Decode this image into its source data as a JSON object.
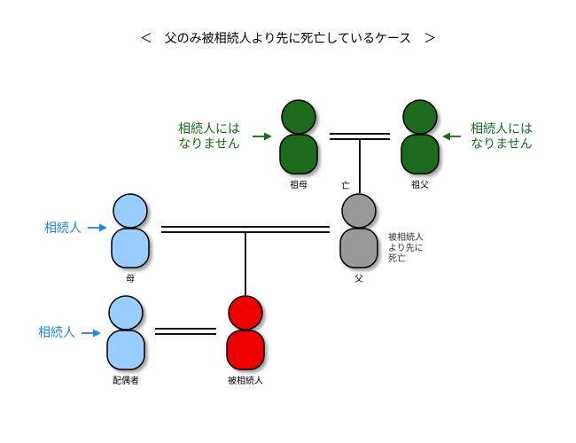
{
  "title": "＜　父のみ被相続人より先に死亡しているケース　＞",
  "persons": {
    "grandmother": {
      "label": "祖母",
      "color": "#1a6b1a"
    },
    "grandfather": {
      "label": "祖父",
      "color": "#1a6b1a"
    },
    "mother": {
      "label": "母",
      "color": "#99ccff"
    },
    "father": {
      "label": "父",
      "color": "#999999"
    },
    "spouse": {
      "label": "配偶者",
      "color": "#99ccff"
    },
    "decedent": {
      "label": "被相続人",
      "color": "#ee0000"
    }
  },
  "annotations": {
    "deceased_mark": "亡",
    "father_note": [
      "被相続人",
      "より先に",
      "死亡"
    ],
    "not_heir_left": [
      "相続人には",
      "なりません"
    ],
    "not_heir_right": [
      "相続人には",
      "なりません"
    ],
    "heir_mother": "相続人",
    "heir_spouse": "相続人"
  },
  "colors": {
    "not_heir_text": "#1a6b1a",
    "heir_text": "#1e88e5",
    "line": "#111111"
  }
}
